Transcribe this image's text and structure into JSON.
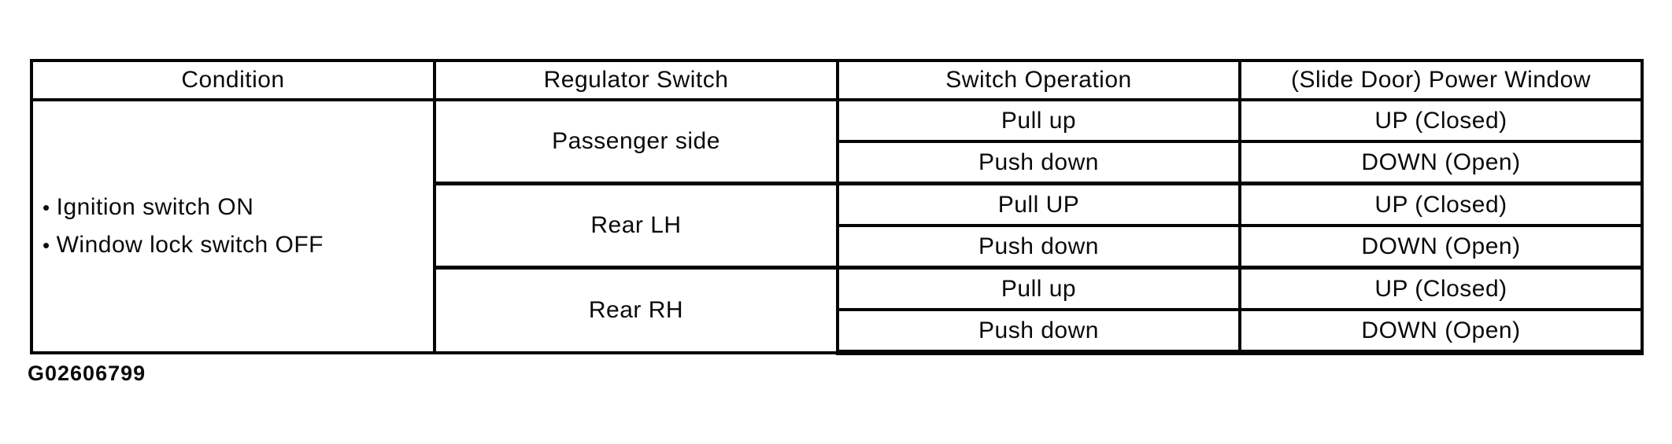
{
  "table": {
    "headers": {
      "condition": "Condition",
      "regulator_switch": "Regulator Switch",
      "switch_operation": "Switch Operation",
      "power_window": "(Slide Door) Power Window"
    },
    "condition": {
      "bullet": "•",
      "items": [
        "Ignition switch ON",
        "Window lock switch OFF"
      ]
    },
    "groups": [
      {
        "switch": "Passenger side",
        "rows": [
          {
            "operation": "Pull up",
            "window": "UP (Closed)"
          },
          {
            "operation": "Push down",
            "window": "DOWN (Open)"
          }
        ]
      },
      {
        "switch": "Rear LH",
        "rows": [
          {
            "operation": "Pull UP",
            "window": "UP (Closed)"
          },
          {
            "operation": "Push down",
            "window": "DOWN (Open)"
          }
        ]
      },
      {
        "switch": "Rear RH",
        "rows": [
          {
            "operation": "Pull up",
            "window": "UP (Closed)"
          },
          {
            "operation": "Push down",
            "window": "DOWN (Open)"
          }
        ]
      }
    ]
  },
  "figure_code": "G02606799",
  "colors": {
    "ink": "#060606",
    "paper": "#ffffff"
  }
}
